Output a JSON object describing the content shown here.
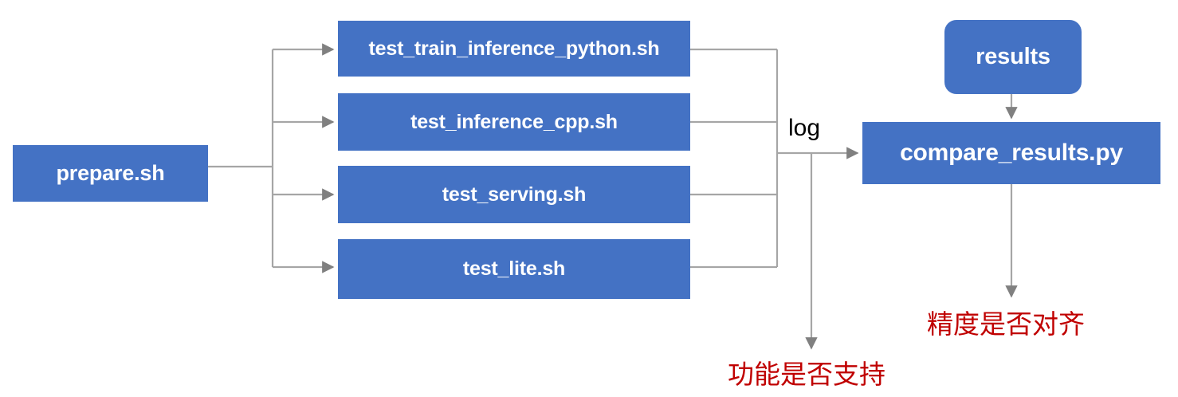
{
  "diagram": {
    "title": "test pipeline flow",
    "colors": {
      "node_fill": "#4472C4",
      "node_text": "#FFFFFF",
      "connector": "#A6A6A6",
      "note_text": "#C00000",
      "background": "#FFFFFF"
    },
    "nodes": [
      {
        "id": "prepare",
        "label": "prepare.sh",
        "shape": "rect"
      },
      {
        "id": "train_python",
        "label": "test_train_inference_python.sh",
        "shape": "rect"
      },
      {
        "id": "inference_cpp",
        "label": "test_inference_cpp.sh",
        "shape": "rect"
      },
      {
        "id": "serving",
        "label": "test_serving.sh",
        "shape": "rect"
      },
      {
        "id": "lite",
        "label": "test_lite.sh",
        "shape": "rect"
      },
      {
        "id": "results",
        "label": "results",
        "shape": "rounded-rect"
      },
      {
        "id": "compare",
        "label": "compare_results.py",
        "shape": "rect"
      }
    ],
    "edge_labels": [
      {
        "id": "log",
        "label": "log"
      }
    ],
    "notes": [
      {
        "id": "function_supported",
        "label": "功能是否支持"
      },
      {
        "id": "accuracy_aligned",
        "label": "精度是否对齐"
      }
    ]
  }
}
